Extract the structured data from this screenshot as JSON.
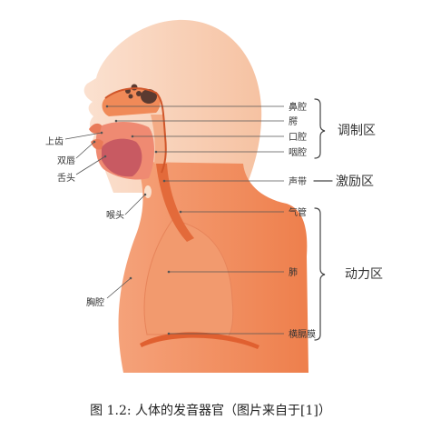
{
  "labels": {
    "nasal_cavity": "鼻腔",
    "palate": "腭",
    "oral_cavity": "口腔",
    "pharynx": "咽腔",
    "vocal_cords": "声带",
    "trachea": "气管",
    "lung": "肺",
    "diaphragm": "横膈膜",
    "upper_teeth": "上齿",
    "lips": "双唇",
    "tongue": "舌头",
    "larynx": "喉头",
    "thoracic_cavity": "胸腔"
  },
  "groups": {
    "articulation": "调制区",
    "excitation": "激励区",
    "power": "动力区"
  },
  "caption": "图  1.2: 人体的发音器官（图片来自于[1]）",
  "colors": {
    "skin": "#f8ccb0",
    "body_orange": "#f0895a",
    "dark_orange": "#e06030",
    "lung": "#f29a6e",
    "cavity": "#f4ab85",
    "mouth": "#ef8a72",
    "tongue": "#c85a62",
    "brown": "#5a3a30"
  }
}
